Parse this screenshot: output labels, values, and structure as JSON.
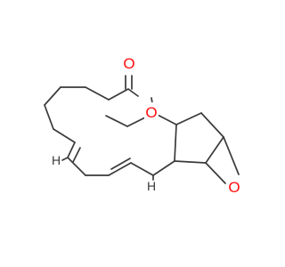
{
  "molecule": {
    "atom_labels": {
      "carbonyl_oxygen": "O",
      "ester_oxygen": "O",
      "epoxide_oxygen": "O",
      "alkene_h_1": "H",
      "alkene_h_2": "H"
    },
    "colors": {
      "bond": "#3a3a3a",
      "oxygen": "#ff0d0d",
      "hydrogen": "#3a3a3a",
      "background": "#ffffff"
    }
  }
}
